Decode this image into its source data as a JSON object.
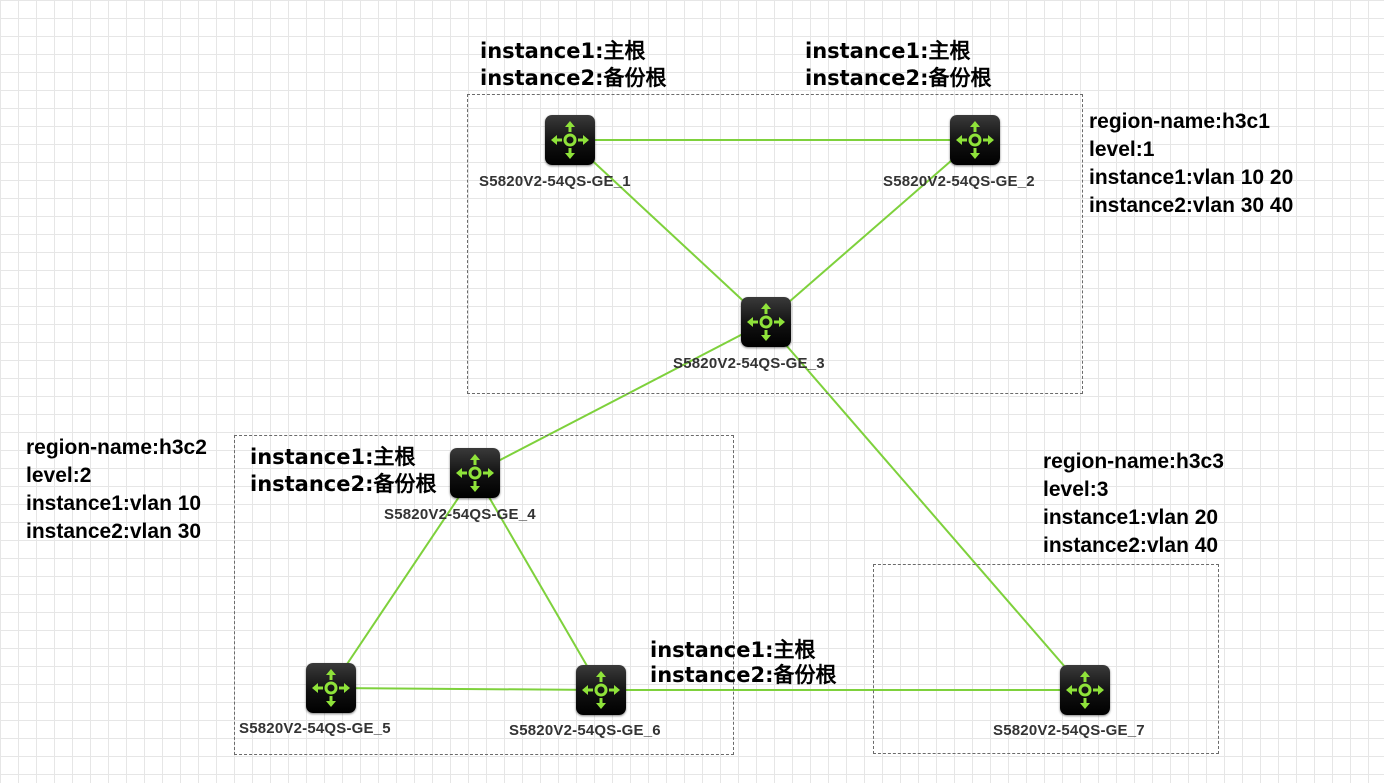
{
  "devices": [
    {
      "id": "sw1",
      "label": "S5820V2-54QS-GE_1"
    },
    {
      "id": "sw2",
      "label": "S5820V2-54QS-GE_2"
    },
    {
      "id": "sw3",
      "label": "S5820V2-54QS-GE_3"
    },
    {
      "id": "sw4",
      "label": "S5820V2-54QS-GE_4"
    },
    {
      "id": "sw5",
      "label": "S5820V2-54QS-GE_5"
    },
    {
      "id": "sw6",
      "label": "S5820V2-54QS-GE_6"
    },
    {
      "id": "sw7",
      "label": "S5820V2-54QS-GE_7"
    }
  ],
  "links": [
    [
      "sw1",
      "sw2"
    ],
    [
      "sw1",
      "sw3"
    ],
    [
      "sw2",
      "sw3"
    ],
    [
      "sw3",
      "sw4"
    ],
    [
      "sw3",
      "sw7"
    ],
    [
      "sw4",
      "sw5"
    ],
    [
      "sw4",
      "sw6"
    ],
    [
      "sw5",
      "sw6"
    ],
    [
      "sw6",
      "sw7"
    ]
  ],
  "root_notes": {
    "sw1": {
      "line1": "instance1:主根",
      "line2": "instance2:备份根"
    },
    "sw2": {
      "line1": "instance1:主根",
      "line2": "instance2:备份根"
    },
    "sw4": {
      "line1": "instance1:主根",
      "line2": "instance2:备份根"
    },
    "sw6": {
      "line1": "instance1:主根",
      "line2": "instance2:备份根"
    }
  },
  "regions": {
    "h3c1": {
      "name": "region-name:h3c1",
      "level": "level:1",
      "instance1": "instance1:vlan 10 20",
      "instance2": "instance2:vlan 30 40"
    },
    "h3c2": {
      "name": "region-name:h3c2",
      "level": "level:2",
      "instance1": "instance1:vlan 10",
      "instance2": "instance2:vlan 30"
    },
    "h3c3": {
      "name": "region-name:h3c3",
      "level": "level:3",
      "instance1": "instance1:vlan 20",
      "instance2": "instance2:vlan 40"
    }
  },
  "colors": {
    "link": "#7ed13c",
    "icon": "#8fe33a",
    "region_border": "#6b6b6b"
  }
}
